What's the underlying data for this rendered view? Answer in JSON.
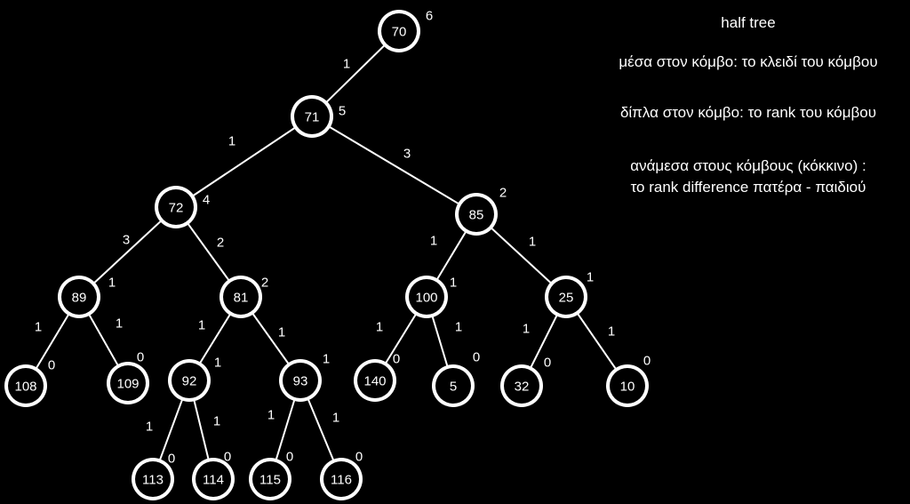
{
  "legend": {
    "title": "half tree",
    "line1": "μέσα στον κόμβο: το κλειδί του κόμβου",
    "line2": "δίπλα στον κόμβο: το rank του κόμβου",
    "line3a": "ανάμεσα στους κόμβους (κόκκινο) :",
    "line3b": "το rank difference πατέρα - παιδιού"
  },
  "colors": {
    "background": "#000000",
    "node_fill": "#ffffff",
    "node_stroke": "#000000",
    "edge": "#ffffff",
    "text": "#ffffff"
  },
  "tree": {
    "nodes": [
      {
        "id": "n70",
        "key": "70",
        "rank": "6"
      },
      {
        "id": "n71",
        "key": "71",
        "rank": "5"
      },
      {
        "id": "n72",
        "key": "72",
        "rank": "4"
      },
      {
        "id": "n85",
        "key": "85",
        "rank": "2"
      },
      {
        "id": "n89",
        "key": "89",
        "rank": "1"
      },
      {
        "id": "n81",
        "key": "81",
        "rank": "2"
      },
      {
        "id": "n100",
        "key": "100",
        "rank": "1"
      },
      {
        "id": "n25",
        "key": "25",
        "rank": "1"
      },
      {
        "id": "n108",
        "key": "108",
        "rank": "0"
      },
      {
        "id": "n109",
        "key": "109",
        "rank": "0"
      },
      {
        "id": "n92",
        "key": "92",
        "rank": "1"
      },
      {
        "id": "n93",
        "key": "93",
        "rank": "1"
      },
      {
        "id": "n140",
        "key": "140",
        "rank": "0"
      },
      {
        "id": "n5",
        "key": "5",
        "rank": "0"
      },
      {
        "id": "n32",
        "key": "32",
        "rank": "0"
      },
      {
        "id": "n10",
        "key": "10",
        "rank": "0"
      },
      {
        "id": "n113",
        "key": "113",
        "rank": "0"
      },
      {
        "id": "n114",
        "key": "114",
        "rank": "0"
      },
      {
        "id": "n115",
        "key": "115",
        "rank": "0"
      },
      {
        "id": "n116",
        "key": "116",
        "rank": "0"
      }
    ],
    "edges": [
      {
        "from": "n70",
        "to": "n71",
        "diff": "1"
      },
      {
        "from": "n71",
        "to": "n72",
        "diff": "1"
      },
      {
        "from": "n71",
        "to": "n85",
        "diff": "3"
      },
      {
        "from": "n72",
        "to": "n89",
        "diff": "3"
      },
      {
        "from": "n72",
        "to": "n81",
        "diff": "2"
      },
      {
        "from": "n85",
        "to": "n100",
        "diff": "1"
      },
      {
        "from": "n85",
        "to": "n25",
        "diff": "1"
      },
      {
        "from": "n89",
        "to": "n108",
        "diff": "1"
      },
      {
        "from": "n89",
        "to": "n109",
        "diff": "1"
      },
      {
        "from": "n81",
        "to": "n92",
        "diff": "1"
      },
      {
        "from": "n81",
        "to": "n93",
        "diff": "1"
      },
      {
        "from": "n100",
        "to": "n140",
        "diff": "1"
      },
      {
        "from": "n100",
        "to": "n5",
        "diff": "1"
      },
      {
        "from": "n25",
        "to": "n32",
        "diff": "1"
      },
      {
        "from": "n25",
        "to": "n10",
        "diff": "1"
      },
      {
        "from": "n92",
        "to": "n113",
        "diff": "1"
      },
      {
        "from": "n92",
        "to": "n114",
        "diff": "1"
      },
      {
        "from": "n93",
        "to": "n115",
        "diff": "1"
      },
      {
        "from": "n93",
        "to": "n116",
        "diff": "1"
      }
    ]
  }
}
